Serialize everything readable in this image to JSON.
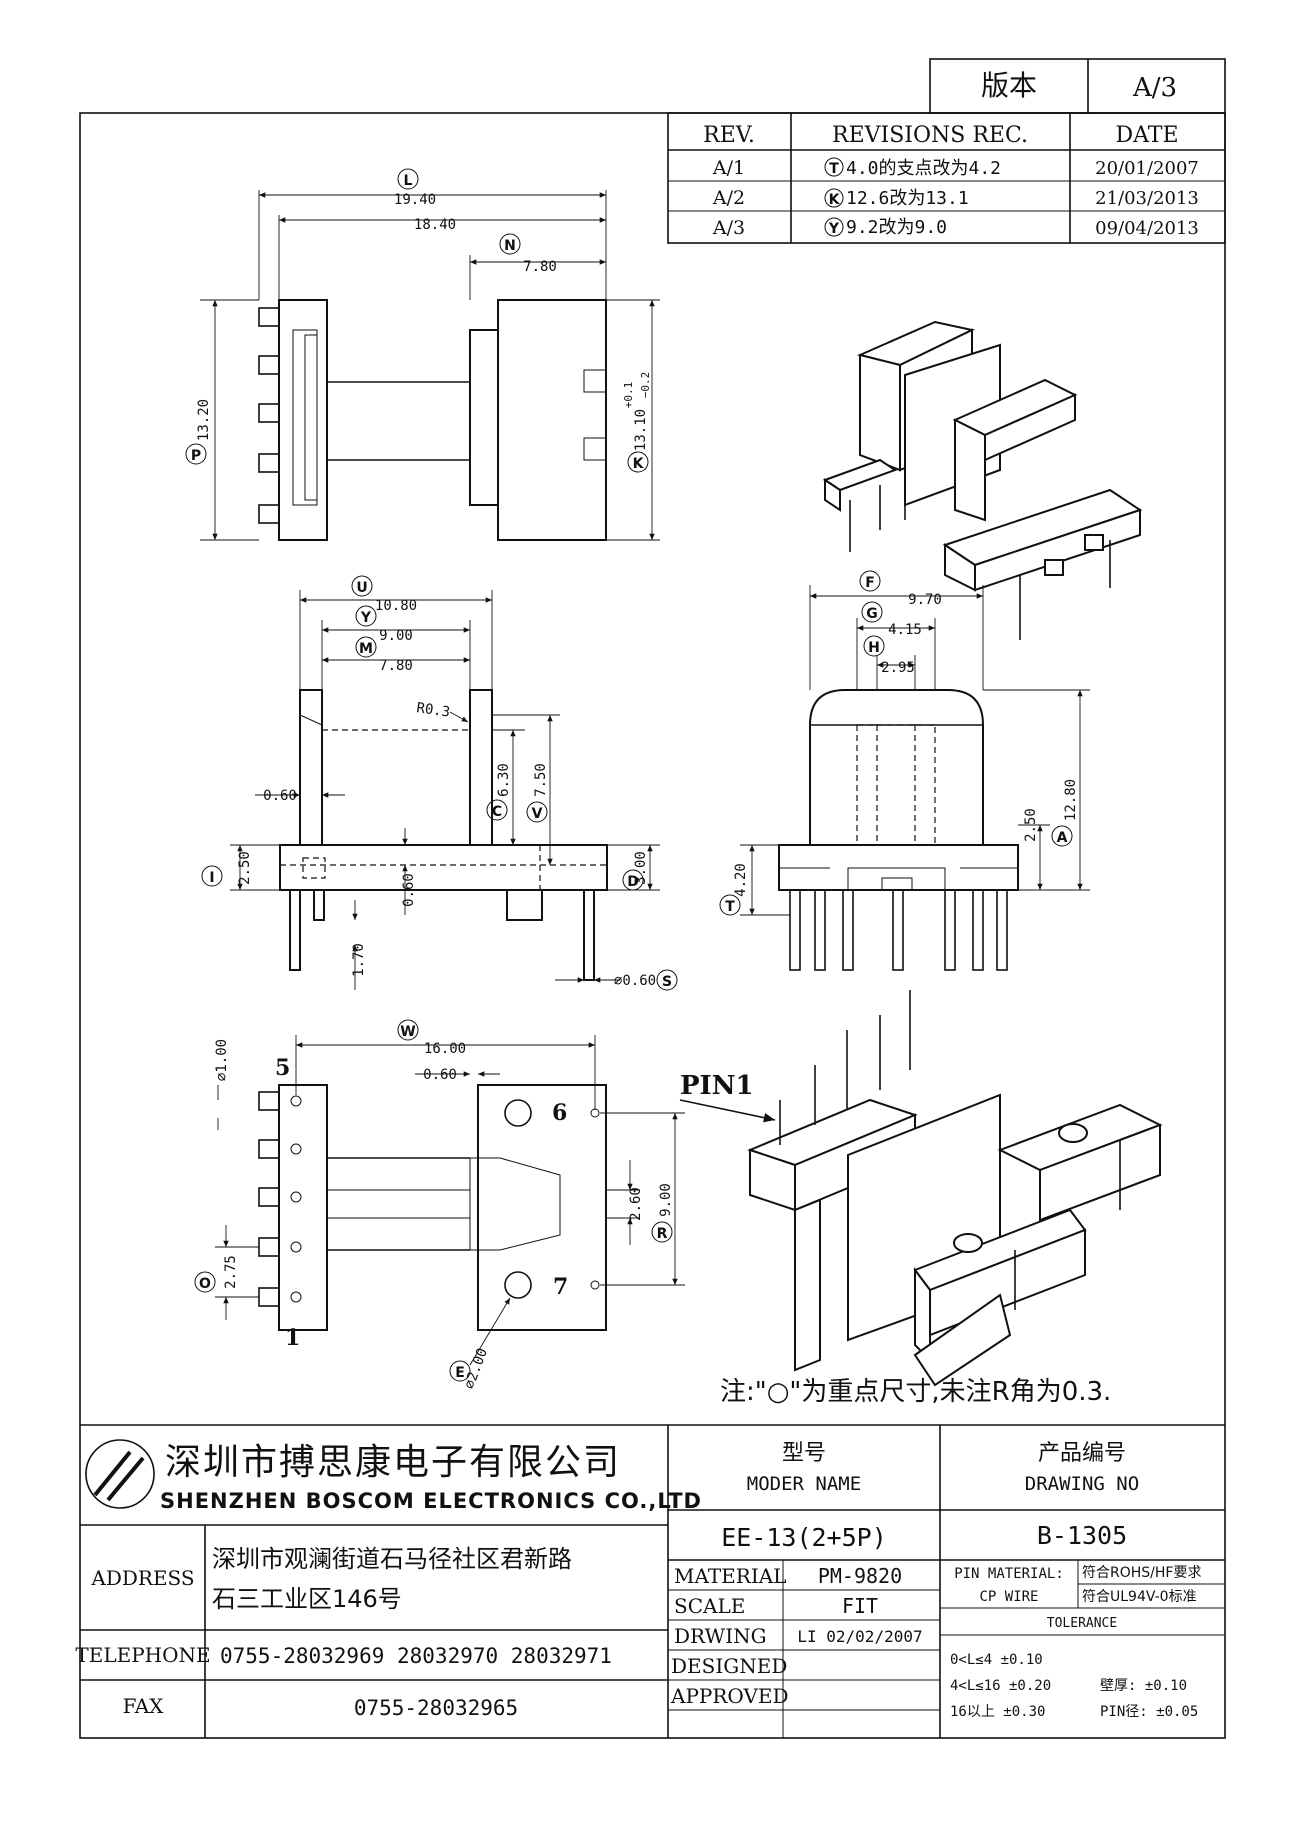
{
  "version": {
    "label": "版本",
    "value": "A/3"
  },
  "revisions": {
    "headers": [
      "REV.",
      "REVISIONS REC.",
      "DATE"
    ],
    "rows": [
      {
        "rev": "A/1",
        "mark": "T",
        "desc": "4.0的支点改为4.2",
        "date": "20/01/2007"
      },
      {
        "rev": "A/2",
        "mark": "K",
        "desc": "12.6改为13.1",
        "date": "21/03/2013"
      },
      {
        "rev": "A/3",
        "mark": "Y",
        "desc": "9.2改为9.0",
        "date": "09/04/2013"
      }
    ]
  },
  "top_view": {
    "dims": {
      "L": "19.40",
      "total2": "18.40",
      "N": "7.80",
      "P": "13.20",
      "K": "13.10",
      "K_tol_plus": "+0.1",
      "K_tol_minus": "−0.2"
    },
    "marks": {
      "L": "L",
      "N": "N",
      "P": "P",
      "K": "K"
    }
  },
  "front_view": {
    "dims": {
      "U": "10.80",
      "Y": "9.00",
      "M": "7.80",
      "R": "R0.3",
      "wall": "0.60",
      "C": "6.30",
      "V": "7.50",
      "I": "2.50",
      "base": "0.60",
      "D": "3.00",
      "pin": "1.70",
      "S": "⌀0.60"
    },
    "marks": {
      "U": "U",
      "Y": "Y",
      "M": "M",
      "C": "C",
      "V": "V",
      "I": "I",
      "D": "D",
      "S": "S"
    }
  },
  "side_view": {
    "dims": {
      "F": "9.70",
      "G": "4.15",
      "H": "2.95",
      "h1": "2.50",
      "A": "12.80",
      "T": "4.20"
    },
    "marks": {
      "F": "F",
      "G": "G",
      "H": "H",
      "A": "A",
      "T": "T"
    }
  },
  "bottom_view": {
    "dims": {
      "pin_dia": "⌀1.00",
      "W": "16.00",
      "wall": "0.60",
      "R1": "2.60",
      "R2": "9.00",
      "O": "2.75",
      "E": "⌀2.00"
    },
    "marks": {
      "W": "W",
      "R": "R",
      "O": "O",
      "E": "E"
    },
    "pins": {
      "p5": "5",
      "p1": "1",
      "p6": "6",
      "p7": "7"
    }
  },
  "iso_labels": {
    "pin1": "PIN1"
  },
  "note": "注:\"○\"为重点尺寸,未注R角为0.3.",
  "company": {
    "name_cn": "深圳市搏思康电子有限公司",
    "name_en": "SHENZHEN BOSCOM ELECTRONICS CO.,LTD",
    "address_label": "ADDRESS",
    "address_line1": "深圳市观澜街道石马径社区君新路",
    "address_line2": "石三工业区146号",
    "telephone_label": "TELEPHONE",
    "telephone": "0755-28032969 28032970 28032971",
    "fax_label": "FAX",
    "fax": "0755-28032965"
  },
  "title_block": {
    "model_label_cn": "型号",
    "model_label_en": "MODER NAME",
    "model": "EE-13(2+5P)",
    "drawing_label_cn": "产品编号",
    "drawing_label_en": "DRAWING NO",
    "drawing_no": "B-1305",
    "material_label": "MATERIAL",
    "material": "PM-9820",
    "scale_label": "SCALE",
    "scale": "FIT",
    "drawing_by_label": "DRWING",
    "drawing_by": "LI 02/02/2007",
    "designed_label": "DESIGNED",
    "designed": "",
    "approved_label": "APPROVED",
    "approved": "",
    "pin_material_label": "PIN MATERIAL:",
    "pin_material": "符合ROHS/HF要求",
    "cp_wire_label": "CP WIRE",
    "cp_wire": "符合UL94V-0标准",
    "tolerance_label": "TOLERANCE",
    "tol1": "0<L≤4  ±0.10",
    "tol2": "4<L≤16  ±0.20",
    "tol3": "16以上     ±0.30",
    "wall_tol": "壁厚:  ±0.10",
    "pin_tol": "PIN径: ±0.05"
  }
}
